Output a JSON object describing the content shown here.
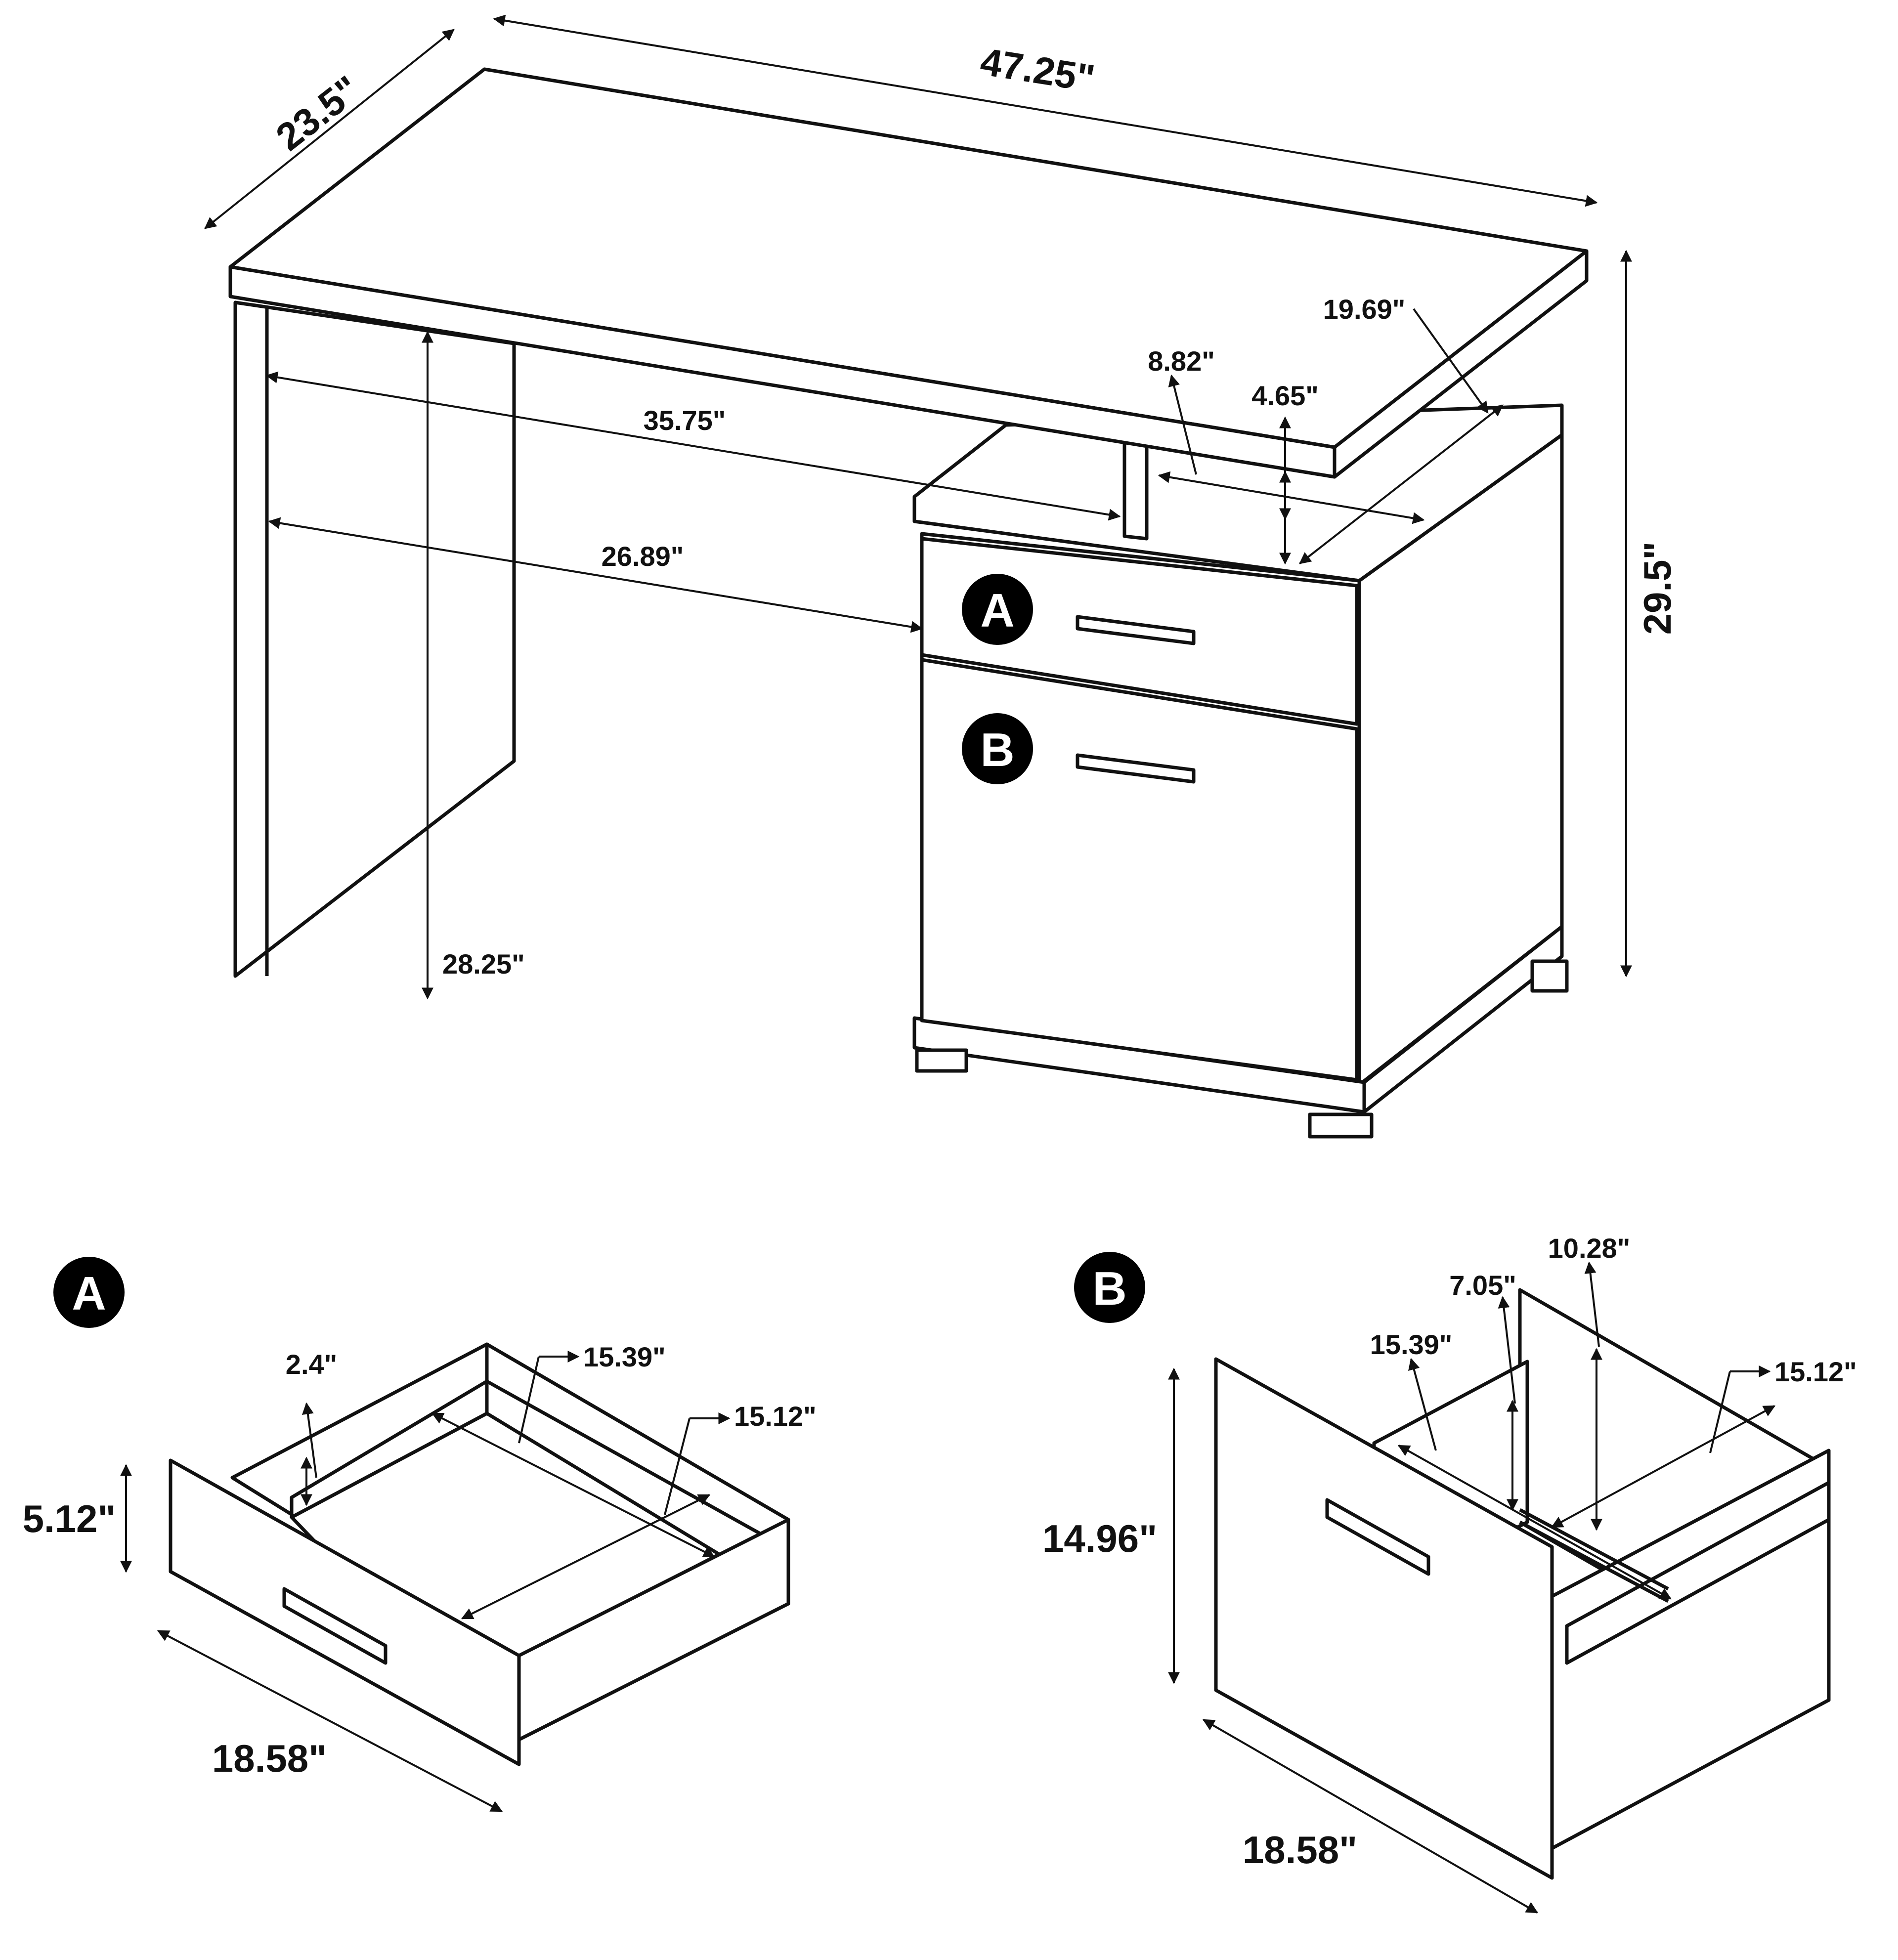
{
  "main_view": {
    "top_width": "47.25\"",
    "top_depth": "23.5\"",
    "overall_height": "29.5\"",
    "cabinet_depth": "19.69\"",
    "shelf_depth": "8.82\"",
    "shelf_height": "4.65\"",
    "leg_span": "35.75\"",
    "knee_space_width": "26.89\"",
    "knee_clearance": "28.25\""
  },
  "callouts": {
    "drawer": "A",
    "file_drawer": "B"
  },
  "drawer_a": {
    "label": "A",
    "inner_depth_height": "2.4\"",
    "inner_length": "15.39\"",
    "inner_width": "15.12\"",
    "height": "5.12\"",
    "front_width": "18.58\""
  },
  "drawer_b": {
    "label": "B",
    "back_height": "10.28\"",
    "side_height": "7.05\"",
    "inner_length": "15.39\"",
    "inner_width": "15.12\"",
    "height": "14.96\"",
    "front_width": "18.58\""
  },
  "colors": {
    "line": "#111111",
    "badge": "#000000",
    "background": "#ffffff"
  }
}
